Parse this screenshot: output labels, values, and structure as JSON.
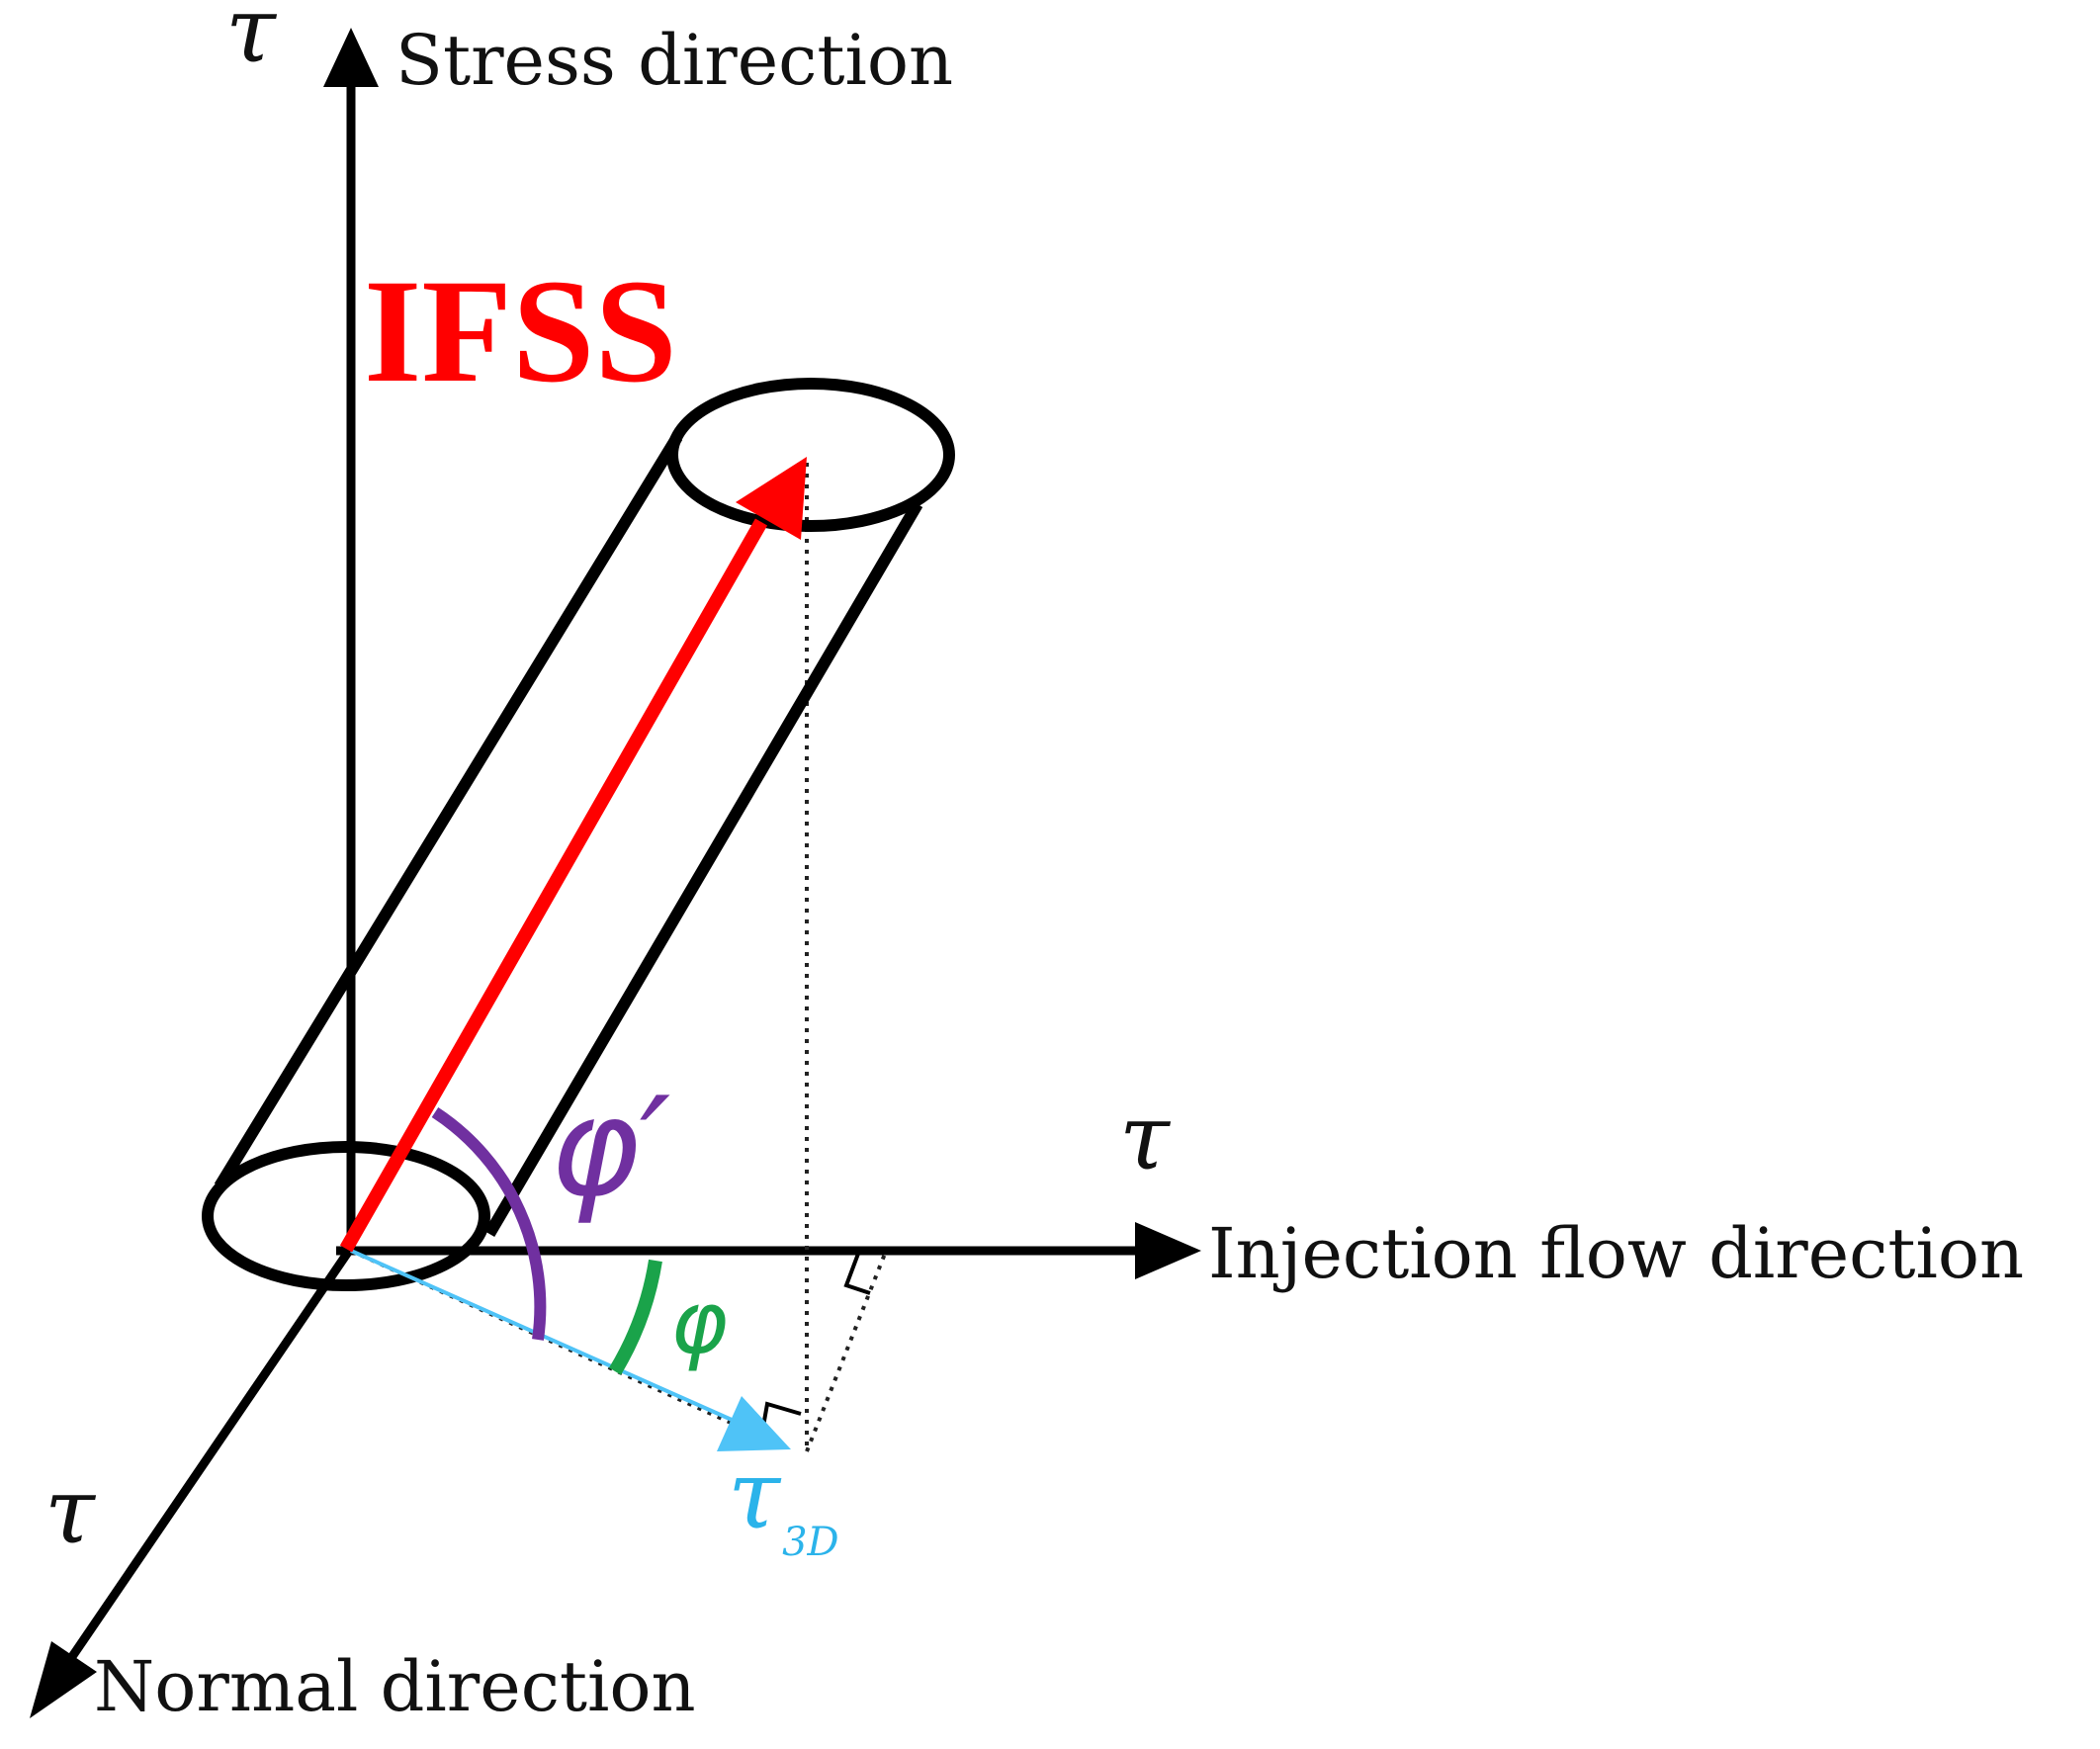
{
  "axes": {
    "stress": {
      "symbol": "τ",
      "label": "Stress direction"
    },
    "injection": {
      "symbol": "τ",
      "label": "Injection flow direction"
    },
    "normal": {
      "symbol": "τ",
      "label": "Normal direction"
    }
  },
  "vector": {
    "label": "IFSS"
  },
  "projection": {
    "symbol": "τ",
    "subscript": "3D"
  },
  "angles": {
    "phi_prime": "φ′",
    "phi": "φ"
  },
  "colors": {
    "axis": "#000000",
    "ifss": "#ff0000",
    "phi_prime": "#7030a0",
    "phi": "#1aa34a",
    "tau3d": "#4fc3f7",
    "tau3d_text": "#2bb3ea"
  }
}
